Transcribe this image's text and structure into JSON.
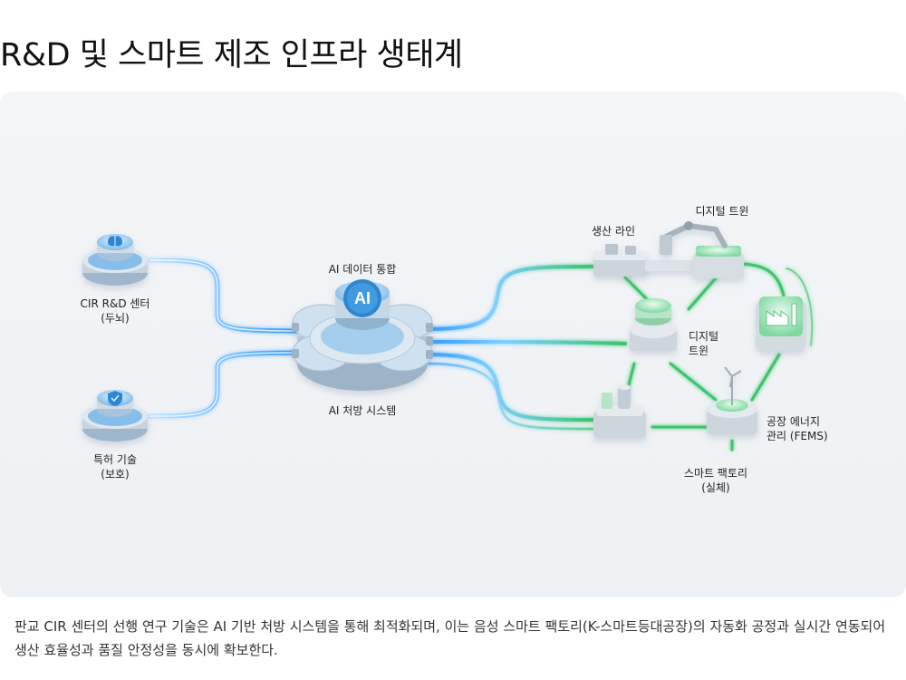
{
  "page": {
    "title": "R&D 및 스마트 제조 인프라 생태계",
    "caption": "판교 CIR 센터의 선행 연구 기술은 AI 기반 처방 시스템을 통해 최적화되며, 이는 음성 스마트 팩토리(K-스마트등대공장)의 자동화 공정과 실시간 연동되어 생산 효율성과 품질 안정성을 동시에 확보한다."
  },
  "diagram": {
    "left_nodes": [
      {
        "line1": "CIR R&D 센터",
        "line2": "(두뇌)",
        "icon": "brain-icon"
      },
      {
        "line1": "특허 기술",
        "line2": "(보호)",
        "icon": "shield-icon"
      }
    ],
    "hub": {
      "badge": "AI",
      "top_label": "AI 데이터 통합",
      "bottom_label": "AI 처방 시스템"
    },
    "right_nodes": {
      "production_line": "생산 라인",
      "digital_twin_top": "디지털 트윈",
      "digital_twin_mid_1": "디지털",
      "digital_twin_mid_2": "트윈",
      "fems_1": "공장 에너지",
      "fems_2": "관리 (FEMS)",
      "smart_factory_1": "스마트 팩토리",
      "smart_factory_2": "(실체)"
    },
    "colors": {
      "blue_flow": "#3aa6ff",
      "green_flow": "#35c46a",
      "node_green": "#7fd8a0",
      "node_grey": "#dfe5ea",
      "background": "#f0f3f6"
    }
  }
}
